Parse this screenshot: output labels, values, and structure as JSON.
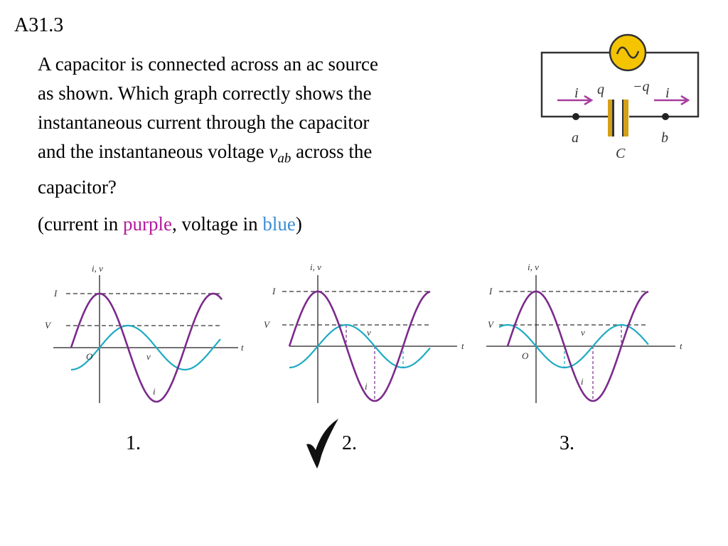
{
  "slide_id": "A31.3",
  "question": {
    "line1": "A capacitor is connected across an ac source",
    "line2": "as shown. Which graph correctly shows the",
    "line3": "instantaneous current through the capacitor",
    "line4_pre": "and the instantaneous voltage ",
    "line4_var": "v",
    "line4_sub": "ab",
    "line4_post": " across the",
    "line5": "capacitor?"
  },
  "legend_note": {
    "open": "(current in ",
    "purple": "purple",
    "mid": ", voltage in ",
    "blue": "blue",
    "close": ")"
  },
  "colors": {
    "current": "#7b2a8c",
    "voltage": "#1eaac2",
    "capacitor": "#d4a017",
    "source_fill": "#f5c400",
    "arrow": "#a63d9e"
  },
  "circuit": {
    "current_left": "i",
    "charge_left": "q",
    "charge_right": "−q",
    "current_right": "i",
    "node_a": "a",
    "node_b": "b",
    "capacitor": "C"
  },
  "graphs": [
    {
      "axis_label_y": "i, v",
      "axis_label_t": "t",
      "amp_current": "I",
      "amp_voltage": "V",
      "origin": "O",
      "curve_label_v": "v",
      "curve_label_i": "i",
      "choice_label": "1.",
      "voltage_phase": "lags current by 90° (peak after current peak)"
    },
    {
      "axis_label_y": "i, v",
      "axis_label_t": "t",
      "amp_current": "I",
      "amp_voltage": "V",
      "curve_label_v": "v",
      "curve_label_i": "i",
      "choice_label": "2.",
      "marked_correct": true
    },
    {
      "axis_label_y": "i, v",
      "axis_label_t": "t",
      "amp_current": "I",
      "amp_voltage": "V",
      "origin": "O",
      "curve_label_v": "v",
      "curve_label_i": "i",
      "choice_label": "3."
    }
  ]
}
